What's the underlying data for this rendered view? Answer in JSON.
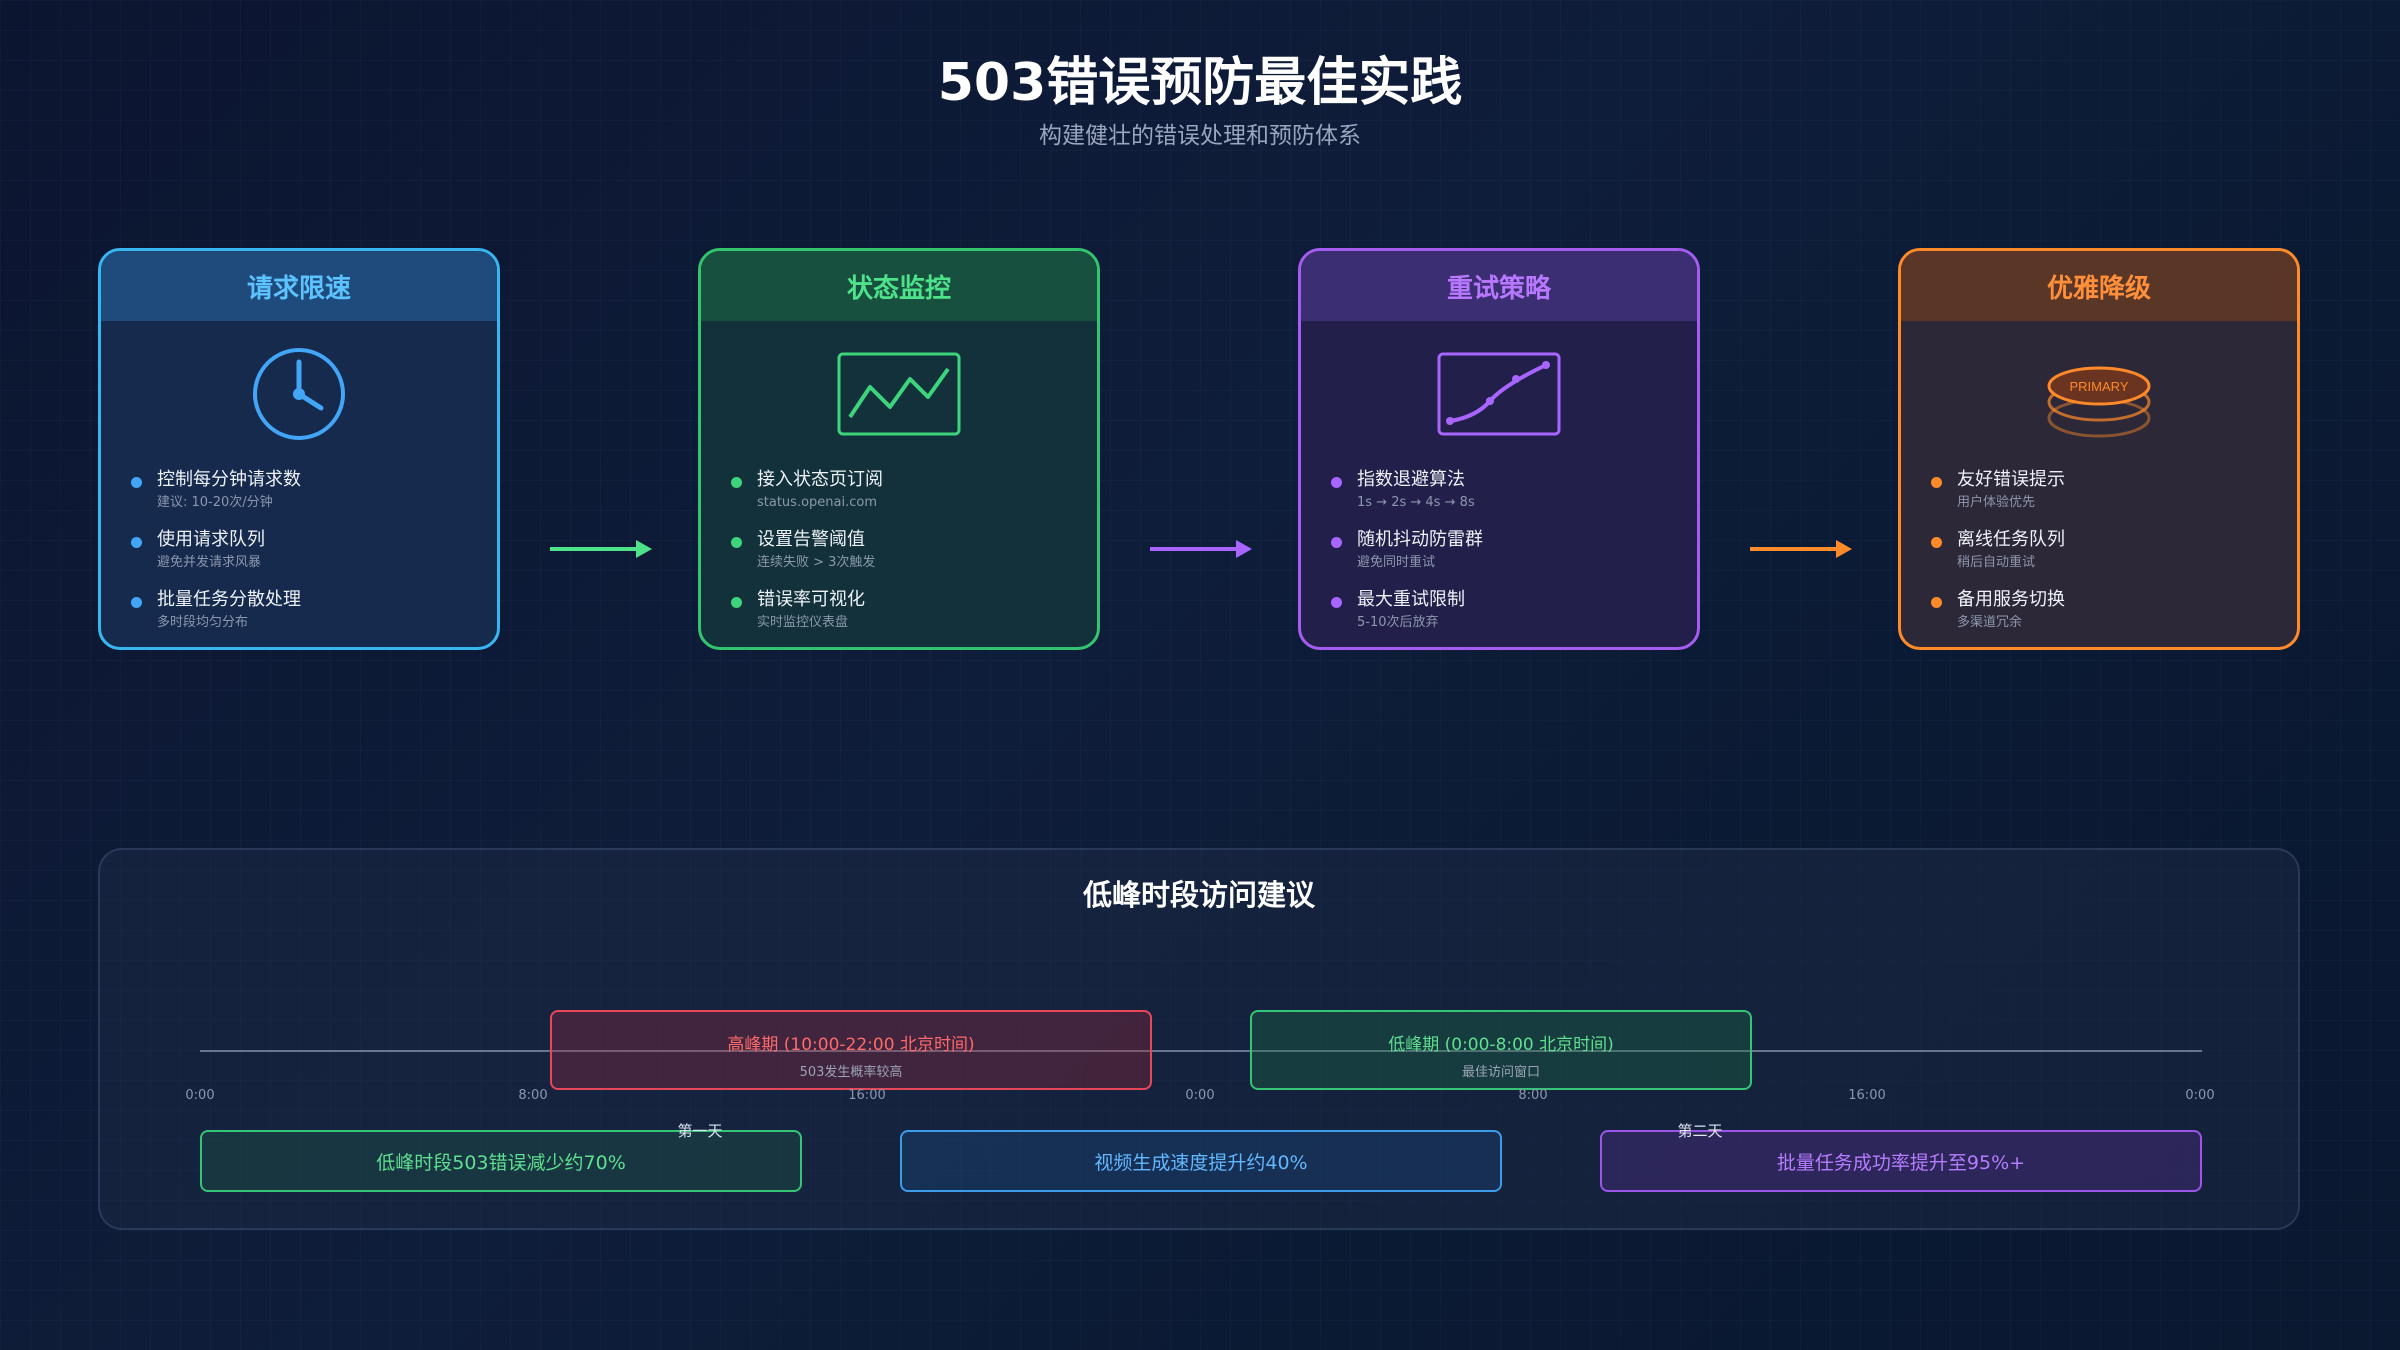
{
  "header": {
    "title": "503错误预防最佳实践",
    "subtitle": "构建健壮的错误处理和预防体系"
  },
  "cards": [
    {
      "title": "请求限速",
      "icon": "clock-icon",
      "color": "#38b6f0",
      "items": [
        {
          "main": "控制每分钟请求数",
          "sub": "建议: 10-20次/分钟"
        },
        {
          "main": "使用请求队列",
          "sub": "避免并发请求风暴"
        },
        {
          "main": "批量任务分散处理",
          "sub": "多时段均匀分布"
        }
      ]
    },
    {
      "title": "状态监控",
      "icon": "line-chart-icon",
      "color": "#34c46e",
      "items": [
        {
          "main": "接入状态页订阅",
          "sub": "status.openai.com"
        },
        {
          "main": "设置告警阈值",
          "sub": "连续失败 > 3次触发"
        },
        {
          "main": "错误率可视化",
          "sub": "实时监控仪表盘"
        }
      ]
    },
    {
      "title": "重试策略",
      "icon": "backoff-curve-icon",
      "color": "#a45df0",
      "items": [
        {
          "main": "指数退避算法",
          "sub": "1s → 2s → 4s → 8s"
        },
        {
          "main": "随机抖动防雷群",
          "sub": "避免同时重试"
        },
        {
          "main": "最大重试限制",
          "sub": "5-10次后放弃"
        }
      ]
    },
    {
      "title": "优雅降级",
      "icon": "database-stack-icon",
      "icon_label": "PRIMARY",
      "color": "#ff8a2a",
      "items": [
        {
          "main": "友好错误提示",
          "sub": "用户体验优先"
        },
        {
          "main": "离线任务队列",
          "sub": "稍后自动重试"
        },
        {
          "main": "备用服务切换",
          "sub": "多渠道冗余"
        }
      ]
    }
  ],
  "timeline": {
    "title": "低峰时段访问建议",
    "ticks": [
      "0:00",
      "8:00",
      "16:00",
      "0:00",
      "8:00",
      "16:00",
      "0:00"
    ],
    "days": [
      "第一天",
      "第二天"
    ],
    "peak": {
      "label": "高峰期 (10:00-22:00 北京时间)",
      "note": "503发生概率较高"
    },
    "low": {
      "label": "低峰期 (0:00-8:00 北京时间)",
      "note": "最佳访问窗口"
    },
    "results": [
      "低峰时段503错误减少约70%",
      "视频生成速度提升约40%",
      "批量任务成功率提升至95%+"
    ]
  }
}
